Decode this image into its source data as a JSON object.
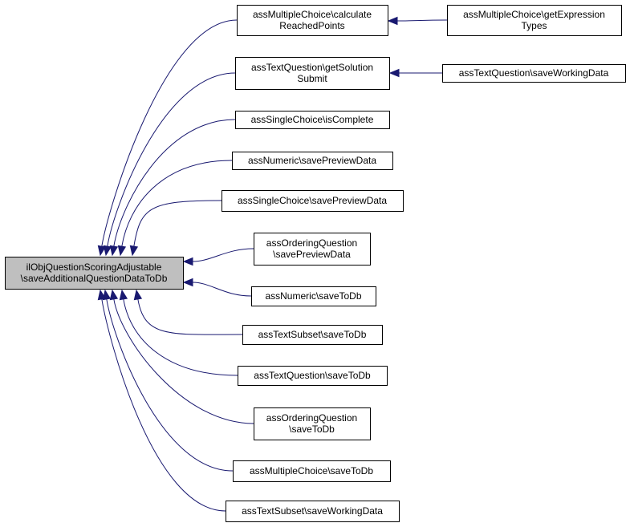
{
  "graph": {
    "colors": {
      "edge": "#191970",
      "root_fill": "#bfbfbf",
      "node_fill": "#ffffff",
      "border": "#000000"
    },
    "nodes": [
      {
        "id": "root",
        "lines": [
          "ilObjQuestionScoringAdjustable",
          "\\saveAdditionalQuestionDataToDb"
        ],
        "root": true
      },
      {
        "id": "n1",
        "lines": [
          "assMultipleChoice\\calculate",
          "ReachedPoints"
        ]
      },
      {
        "id": "n2",
        "lines": [
          "assMultipleChoice\\getExpression",
          "Types"
        ]
      },
      {
        "id": "n3",
        "lines": [
          "assTextQuestion\\getSolution",
          "Submit"
        ]
      },
      {
        "id": "n4",
        "lines": [
          "assTextQuestion\\saveWorkingData"
        ]
      },
      {
        "id": "n5",
        "lines": [
          "assSingleChoice\\isComplete"
        ]
      },
      {
        "id": "n6",
        "lines": [
          "assNumeric\\savePreviewData"
        ]
      },
      {
        "id": "n7",
        "lines": [
          "assSingleChoice\\savePreviewData"
        ]
      },
      {
        "id": "n8",
        "lines": [
          "assOrderingQuestion",
          "\\savePreviewData"
        ]
      },
      {
        "id": "n9",
        "lines": [
          "assNumeric\\saveToDb"
        ]
      },
      {
        "id": "n10",
        "lines": [
          "assTextSubset\\saveToDb"
        ]
      },
      {
        "id": "n11",
        "lines": [
          "assTextQuestion\\saveToDb"
        ]
      },
      {
        "id": "n12",
        "lines": [
          "assOrderingQuestion",
          "\\saveToDb"
        ]
      },
      {
        "id": "n13",
        "lines": [
          "assMultipleChoice\\saveToDb"
        ]
      },
      {
        "id": "n14",
        "lines": [
          "assTextSubset\\saveWorkingData"
        ]
      }
    ],
    "edges": [
      {
        "from": "n1",
        "to": "root"
      },
      {
        "from": "n3",
        "to": "root"
      },
      {
        "from": "n5",
        "to": "root"
      },
      {
        "from": "n6",
        "to": "root"
      },
      {
        "from": "n7",
        "to": "root"
      },
      {
        "from": "n8",
        "to": "root"
      },
      {
        "from": "n9",
        "to": "root"
      },
      {
        "from": "n10",
        "to": "root"
      },
      {
        "from": "n11",
        "to": "root"
      },
      {
        "from": "n12",
        "to": "root"
      },
      {
        "from": "n13",
        "to": "root"
      },
      {
        "from": "n14",
        "to": "root"
      },
      {
        "from": "n2",
        "to": "n1"
      },
      {
        "from": "n4",
        "to": "n3"
      }
    ]
  }
}
